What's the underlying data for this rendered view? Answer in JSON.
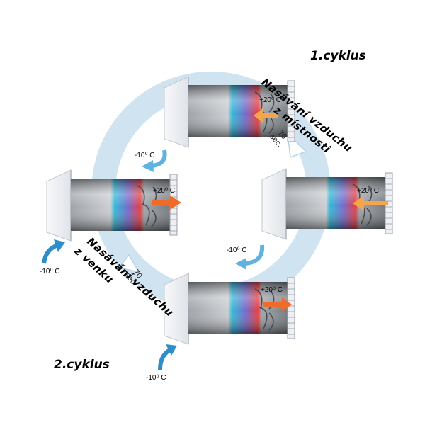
{
  "cycles": {
    "first": "1.cyklus",
    "second": "2.cyklus"
  },
  "phases": {
    "intake_room": {
      "line1": "Nasávání vzduchu",
      "line2": "z místnosti"
    },
    "intake_outside": {
      "line1": "Nasávání vzduchu",
      "line2": "z venku"
    }
  },
  "timers": {
    "right": {
      "value": "70",
      "unit": "sec."
    },
    "left": {
      "value": "70",
      "unit": "sec."
    }
  },
  "temps": {
    "top_in": "+20⁰ C",
    "top_out": "-10⁰ C",
    "left_out": "+20⁰ C",
    "left_in": "-10⁰ C",
    "right_in": "+20⁰ C",
    "right_out": "-10⁰ C",
    "bottom_out": "+20⁰ C",
    "bottom_in": "-10⁰ C"
  },
  "colors": {
    "ring": "#cfe3f1",
    "warm_arrow": "#ef6b2a",
    "warm_arrow_light": "#f5a54c",
    "cold_arrow": "#2d8ec9",
    "cold_arrow_light": "#5fb3de"
  }
}
